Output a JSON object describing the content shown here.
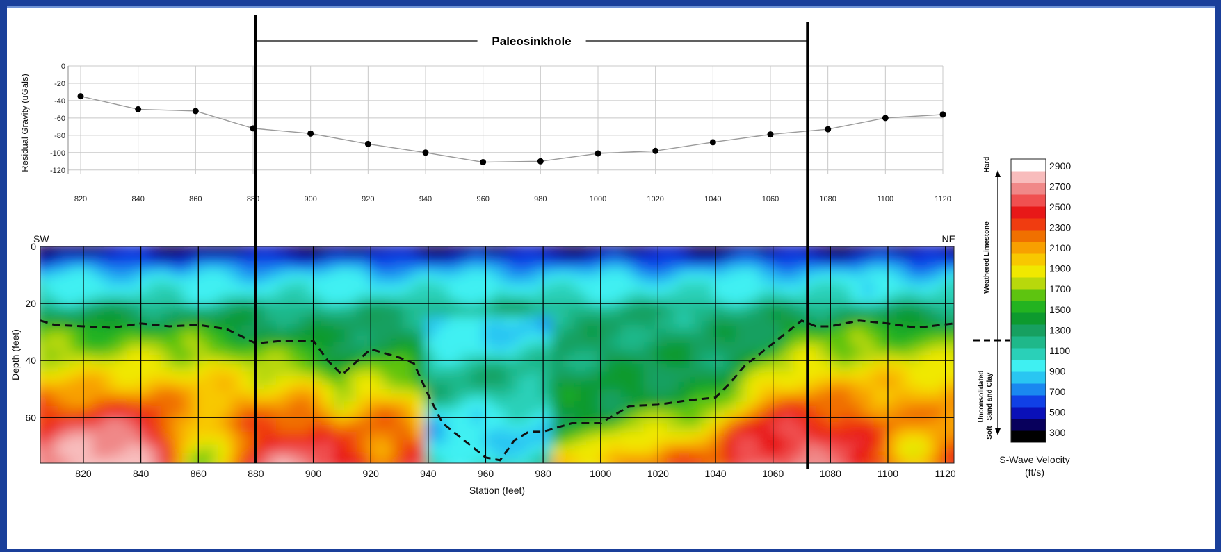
{
  "chart_data": [
    {
      "type": "line",
      "ylabel": "Residual Gravity (uGals)",
      "xlabel": "",
      "x_ticks": [
        820,
        840,
        860,
        880,
        900,
        920,
        940,
        960,
        980,
        1000,
        1020,
        1040,
        1060,
        1080,
        1100,
        1120
      ],
      "y_ticks": [
        0,
        -20,
        -40,
        -60,
        -80,
        -100,
        -120
      ],
      "xlim": [
        820,
        1120
      ],
      "ylim": [
        -125,
        0
      ],
      "grid": true,
      "series": [
        {
          "x": [
            820,
            840,
            860,
            880,
            900,
            920,
            940,
            960,
            980,
            1000,
            1020,
            1040,
            1060,
            1080,
            1100,
            1120
          ],
          "y": [
            -35,
            -50,
            -52,
            -72,
            -78,
            -90,
            -100,
            -111,
            -110,
            -101,
            -98,
            -88,
            -79,
            -73,
            -60,
            -56
          ]
        }
      ]
    },
    {
      "type": "heatmap",
      "xlabel": "Station (feet)",
      "ylabel": "Depth (feet)",
      "x_ticks": [
        820,
        840,
        860,
        880,
        900,
        920,
        940,
        960,
        980,
        1000,
        1020,
        1040,
        1060,
        1080,
        1100,
        1120
      ],
      "y_ticks": [
        0,
        20,
        40,
        60
      ],
      "xlim": [
        805,
        1123
      ],
      "ylim": [
        0,
        76
      ],
      "grid": true,
      "direction_left": "SW",
      "direction_right": "NE",
      "interface_line": {
        "style": "dashed",
        "x": [
          805,
          810,
          820,
          830,
          840,
          850,
          860,
          870,
          880,
          890,
          900,
          905,
          910,
          920,
          930,
          935,
          940,
          945,
          950,
          955,
          960,
          965,
          970,
          975,
          980,
          990,
          1000,
          1010,
          1020,
          1030,
          1040,
          1045,
          1050,
          1060,
          1065,
          1070,
          1075,
          1080,
          1090,
          1100,
          1110,
          1123
        ],
        "y": [
          26,
          27.5,
          28,
          28.5,
          27,
          28,
          27.5,
          29,
          34,
          33,
          33,
          40,
          45,
          36,
          39,
          41,
          52,
          62,
          66,
          70,
          74,
          75,
          68,
          65,
          65,
          62,
          62,
          56,
          55.5,
          54,
          53,
          48,
          42,
          34,
          30,
          26,
          28,
          28,
          26,
          27,
          28.5,
          27
        ]
      },
      "colorbar": {
        "title": "S-Wave Velocity\n(ft/s)",
        "tick_labels": [
          2900,
          2700,
          2500,
          2300,
          2100,
          1900,
          1700,
          1500,
          1300,
          1100,
          900,
          700,
          500,
          300
        ],
        "side_labels": [
          "Hard",
          "Weathered Limestone",
          "Unconsolidated Sand and Clay",
          "Soft"
        ]
      }
    }
  ],
  "annotation": {
    "label": "Paleosinkhole",
    "x_start": 880,
    "x_end": 1072
  },
  "colors": {
    "colormap": [
      "#000000",
      "#08005c",
      "#0a10b8",
      "#1040e6",
      "#1a88f0",
      "#29c6f2",
      "#3ff0f2",
      "#2ad0b8",
      "#1fb88a",
      "#17a060",
      "#0d9a2e",
      "#23b320",
      "#5ec410",
      "#b8d80c",
      "#f0e800",
      "#f8c800",
      "#f8a000",
      "#f07000",
      "#f03c10",
      "#e81818",
      "#f05050",
      "#f08888",
      "#f8bcbc",
      "#ffffff"
    ]
  }
}
